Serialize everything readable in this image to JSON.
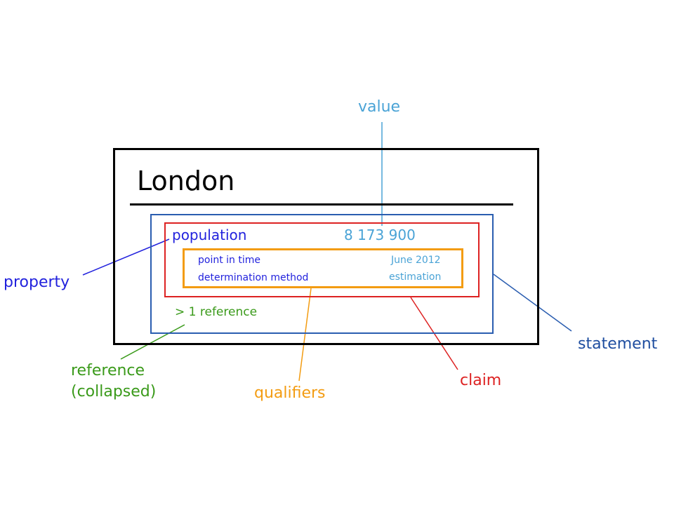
{
  "item": {
    "title": "London"
  },
  "statement": {
    "property": "population",
    "value": "8 173 900",
    "qualifiers": [
      {
        "property": "point in time",
        "value": "June 2012"
      },
      {
        "property": "determination method",
        "value": "estimation"
      }
    ],
    "reference": "> 1 reference"
  },
  "callouts": {
    "value": "value",
    "property": "property",
    "statement": "statement",
    "reference_line1": "reference",
    "reference_line2": "(collapsed)",
    "qualifiers": "qualifiers",
    "claim": "claim"
  },
  "colors": {
    "item": "#000000",
    "property": "#2222dd",
    "value": "#4aa3d6",
    "statement": "#2a5db0",
    "claim": "#dd2222",
    "qualifiers": "#f39c12",
    "reference": "#3a9a1a"
  }
}
